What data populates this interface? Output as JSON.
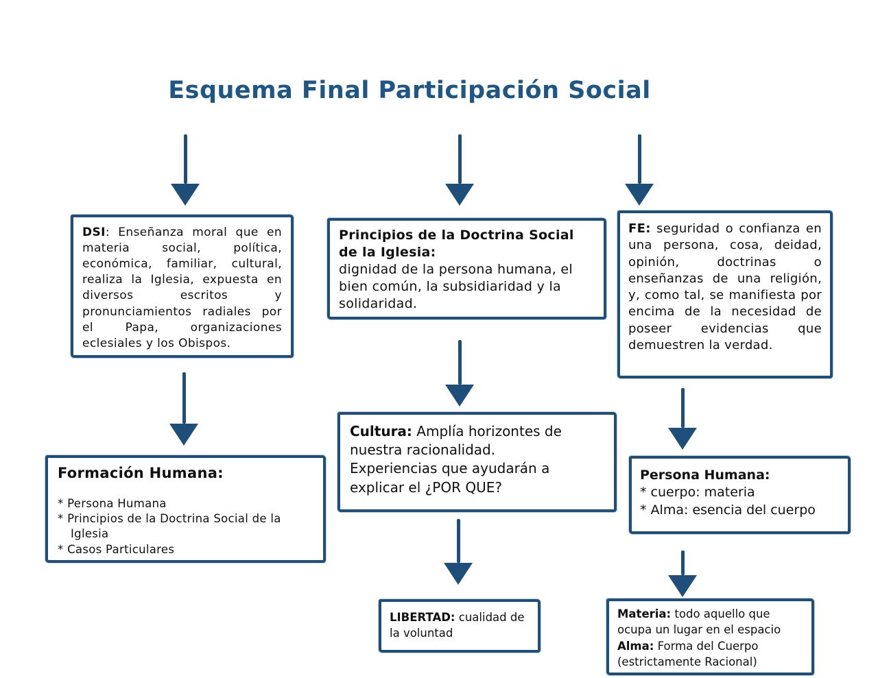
{
  "title": "Esquema Final Participación Social",
  "colors": {
    "accent": "#1d4f7a",
    "title": "#1e5786",
    "text": "#101010",
    "background": "#ffffff"
  },
  "boxes": {
    "dsi": {
      "term": "DSI",
      "definition": ": Enseñanza moral que en materia social, política, económica, familiar, cultural, realiza la Iglesia, expuesta en diversos escritos y pronunciamientos radiales por el Papa, organizaciones eclesiales y los Obispos."
    },
    "principios": {
      "heading": "Principios de la Doctrina Social de la Iglesia:",
      "body": "dignidad de la persona humana, el bien común, la subsidiaridad y la solidaridad."
    },
    "fe": {
      "term": "FE:",
      "definition": " seguridad o confianza en una persona, cosa, deidad, opinión, doctrinas o enseñanzas de una religión, y, como tal, se manifiesta por encima de la necesidad de poseer evidencias que demuestren la verdad."
    },
    "formacion": {
      "heading": "Formación Humana:",
      "items": [
        "* Persona Humana",
        "* Principios de la Doctrina Social de la Iglesia",
        "* Casos Particulares"
      ]
    },
    "cultura": {
      "term": "Cultura:",
      "line1": " Amplía horizontes de nuestra racionalidad.",
      "line2": "Experiencias que ayudarán a explicar el ¿POR QUE?"
    },
    "persona": {
      "heading": "Persona Humana:",
      "items": [
        "* cuerpo: materia",
        "* Alma: esencia del cuerpo"
      ]
    },
    "libertad": {
      "term": "LIBERTAD:",
      "definition": " cualidad de la voluntad"
    },
    "materia": {
      "line1_term": "Materia:",
      "line1_text": " todo aquello que ocupa un lugar en el espacio",
      "line2_term": "Alma:",
      "line2_text": " Forma del Cuerpo (estrictamente Racional)"
    }
  },
  "connections": [
    {
      "from": "title",
      "to": "dsi"
    },
    {
      "from": "title",
      "to": "principios"
    },
    {
      "from": "title",
      "to": "fe"
    },
    {
      "from": "dsi",
      "to": "formacion"
    },
    {
      "from": "principios",
      "to": "cultura"
    },
    {
      "from": "fe",
      "to": "persona"
    },
    {
      "from": "cultura",
      "to": "libertad"
    },
    {
      "from": "persona",
      "to": "materia"
    }
  ]
}
